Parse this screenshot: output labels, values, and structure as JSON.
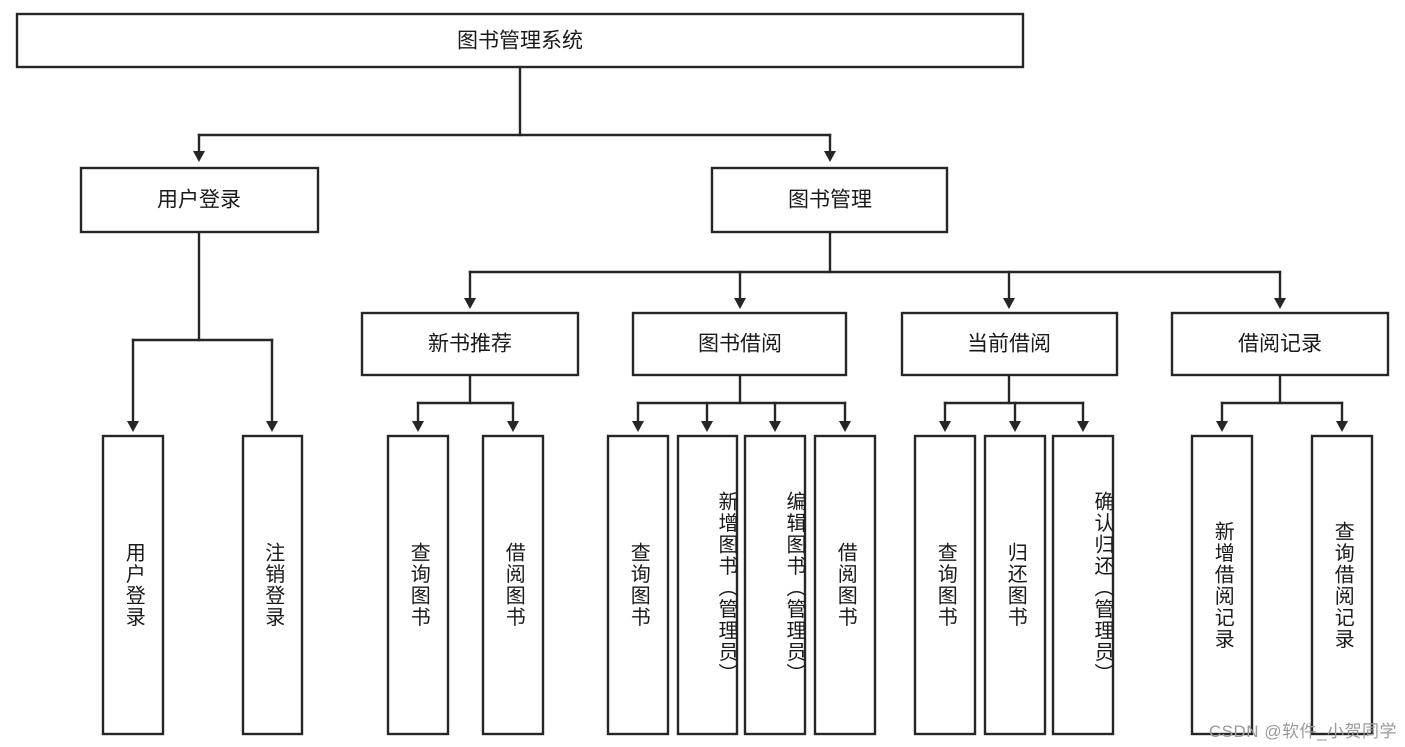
{
  "diagram": {
    "title": "图书管理系统",
    "type": "tree-hierarchy-diagram",
    "colors": {
      "box_fill": "#ffffff",
      "box_stroke": "#262626",
      "text": "#1a1a1a",
      "watermark": "#9a9a9a",
      "background": "#ffffff"
    },
    "levels": {
      "root": {
        "label": "图书管理系统"
      },
      "level2": [
        {
          "id": "user-login",
          "label": "用户登录"
        },
        {
          "id": "book-management",
          "label": "图书管理"
        }
      ],
      "level3": [
        {
          "id": "new-book-recommend",
          "label": "新书推荐",
          "parent": "book-management"
        },
        {
          "id": "book-borrow",
          "label": "图书借阅",
          "parent": "book-management"
        },
        {
          "id": "current-borrow",
          "label": "当前借阅",
          "parent": "book-management"
        },
        {
          "id": "borrow-record",
          "label": "借阅记录",
          "parent": "book-management"
        }
      ],
      "leaves": [
        {
          "id": "leaf-user-login",
          "label": "用户登录",
          "parent": "user-login"
        },
        {
          "id": "leaf-logout",
          "label": "注销登录",
          "parent": "user-login"
        },
        {
          "id": "leaf-query-book-1",
          "label": "查询图书",
          "parent": "new-book-recommend"
        },
        {
          "id": "leaf-borrow-book-1",
          "label": "借阅图书",
          "parent": "new-book-recommend"
        },
        {
          "id": "leaf-query-book-2",
          "label": "查询图书",
          "parent": "book-borrow"
        },
        {
          "id": "leaf-add-book",
          "label": "新增图书（管理员）",
          "parent": "book-borrow"
        },
        {
          "id": "leaf-edit-book",
          "label": "编辑图书（管理员）",
          "parent": "book-borrow"
        },
        {
          "id": "leaf-borrow-book-2",
          "label": "借阅图书",
          "parent": "book-borrow"
        },
        {
          "id": "leaf-query-book-3",
          "label": "查询图书",
          "parent": "current-borrow"
        },
        {
          "id": "leaf-return-book",
          "label": "归还图书",
          "parent": "current-borrow"
        },
        {
          "id": "leaf-confirm-return",
          "label": "确认归还（管理员）",
          "parent": "current-borrow"
        },
        {
          "id": "leaf-add-record",
          "label": "新增借阅记录",
          "parent": "borrow-record"
        },
        {
          "id": "leaf-query-record",
          "label": "查询借阅记录",
          "parent": "borrow-record"
        }
      ]
    },
    "watermark": "CSDN @软件_小贺同学"
  }
}
